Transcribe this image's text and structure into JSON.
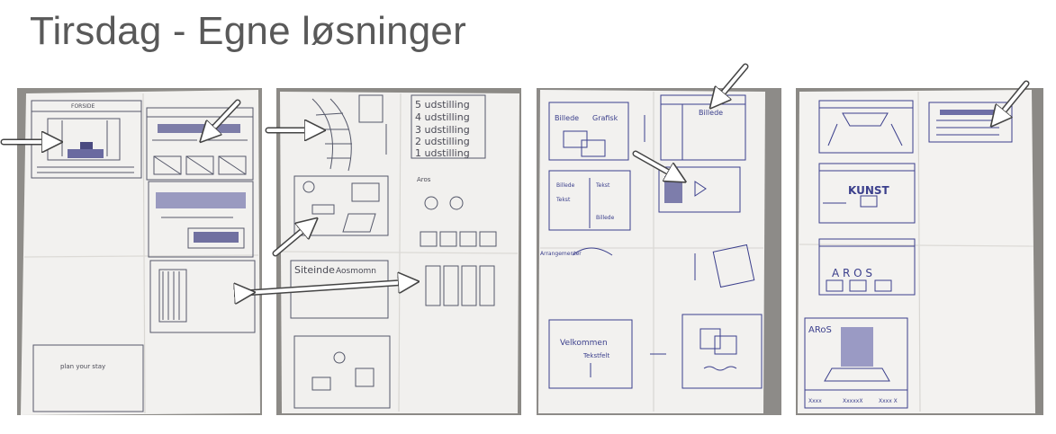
{
  "slide": {
    "title": "Tirsdag - Egne løsninger"
  },
  "sketch1": {
    "header": "FORSIDE",
    "note": "plan your stay"
  },
  "sketch2": {
    "list": [
      "5 udstilling",
      "4 udstilling",
      "3 udstilling",
      "2 udstilling",
      "1 udstilling"
    ],
    "label_a": "Siteinde",
    "label_b": "Aosmomn",
    "label_c": "Aros"
  },
  "sketch3": {
    "hero_a": "Billede",
    "hero_b": "Grafisk",
    "top_right": "Billede",
    "cols": [
      "Billede",
      "Tekst",
      "Tekst",
      "Billede"
    ],
    "welcome": "Velkommen",
    "welcome_sub": "Tekstfelt"
  },
  "sketch4": {
    "banner": "KUNST",
    "logo_word": "A R O S",
    "footer": [
      "Xxxx",
      "XxxxxX",
      "Xxxx X"
    ],
    "brand": "ARoS"
  },
  "colors": {
    "text_title": "#595959",
    "ink_blue": "#3b3f8c",
    "paper": "#f0efed",
    "arrow": "#ffffff"
  }
}
